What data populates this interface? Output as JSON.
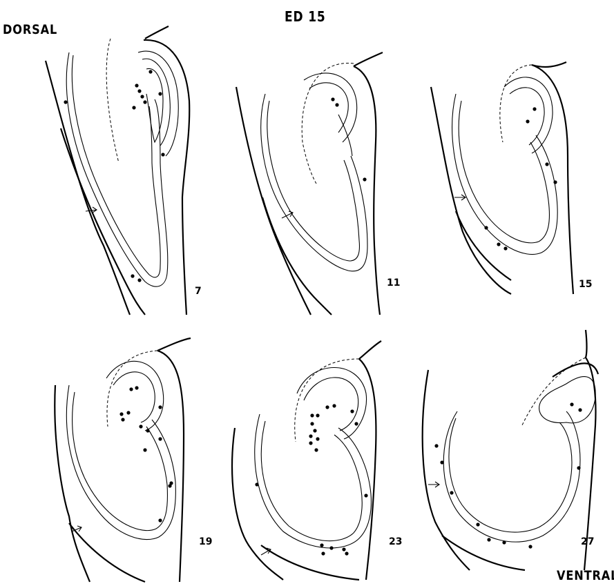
{
  "title": "ED 15",
  "orientation": {
    "top": "DORSAL",
    "bottom": "VENTRAL"
  },
  "panels": [
    {
      "section": "7"
    },
    {
      "section": "11"
    },
    {
      "section": "15"
    },
    {
      "section": "19"
    },
    {
      "section": "23"
    },
    {
      "section": "27"
    }
  ],
  "colors": {
    "ink": "#000000",
    "background": "#ffffff"
  }
}
